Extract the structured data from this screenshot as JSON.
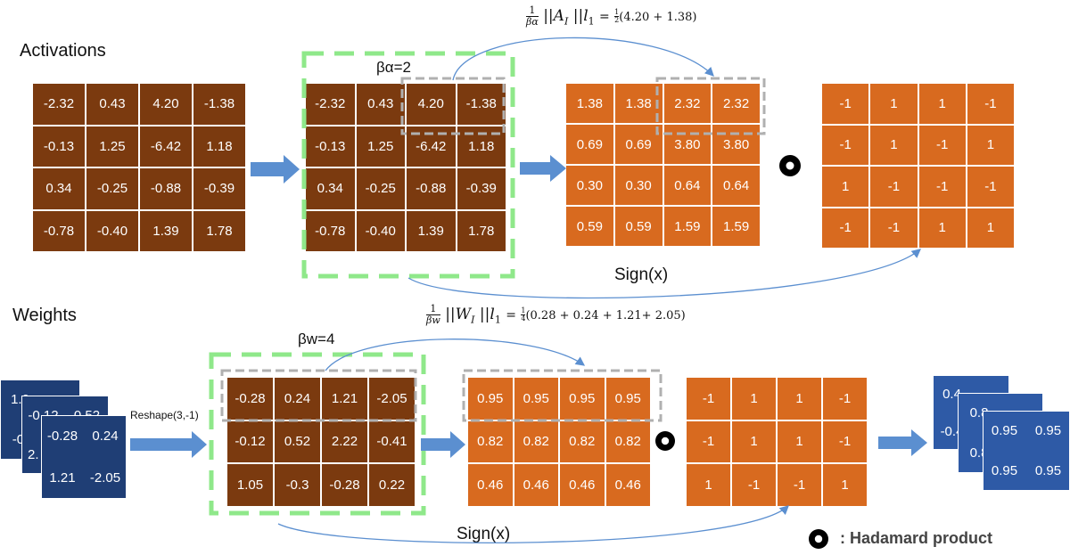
{
  "labels": {
    "activations": "Activations",
    "weights": "Weights",
    "beta_alpha": "βα=2",
    "beta_w": "βw=4",
    "sign_top": "Sign(x)",
    "sign_bottom": "Sign(x)",
    "reshape": "Reshape(3,-1)",
    "hadamard_legend": ": Hadamard product"
  },
  "formula_top": {
    "frac_num": "1",
    "frac_den": "βα",
    "norm_left": "||",
    "symbol": "A",
    "subscript": "I",
    "norm_right": "||",
    "l": "l",
    "l_sub": "1",
    "equals": "=",
    "small_num": "1",
    "small_den": "2",
    "expr": "(4.20 + 1.38)"
  },
  "formula_bottom": {
    "frac_num": "1",
    "frac_den": "βw",
    "norm_left": "||",
    "symbol": "W",
    "subscript": "I",
    "norm_right": "||",
    "l": "l",
    "l_sub": "1",
    "equals": "=",
    "small_num": "1",
    "small_den": "4",
    "expr": "(0.28 + 0.24 + 1.21+ 2.05)"
  },
  "matrices": {
    "act_input": [
      [
        "-2.32",
        "0.43",
        "4.20",
        "-1.38"
      ],
      [
        "-0.13",
        "1.25",
        "-6.42",
        "1.18"
      ],
      [
        "0.34",
        "-0.25",
        "-0.88",
        "-0.39"
      ],
      [
        "-0.78",
        "-0.40",
        "1.39",
        "1.78"
      ]
    ],
    "act_grouped": [
      [
        "-2.32",
        "0.43",
        "4.20",
        "-1.38"
      ],
      [
        "-0.13",
        "1.25",
        "-6.42",
        "1.18"
      ],
      [
        "0.34",
        "-0.25",
        "-0.88",
        "-0.39"
      ],
      [
        "-0.78",
        "-0.40",
        "1.39",
        "1.78"
      ]
    ],
    "act_scales": [
      [
        "1.38",
        "1.38",
        "2.32",
        "2.32"
      ],
      [
        "0.69",
        "0.69",
        "3.80",
        "3.80"
      ],
      [
        "0.30",
        "0.30",
        "0.64",
        "0.64"
      ],
      [
        "0.59",
        "0.59",
        "1.59",
        "1.59"
      ]
    ],
    "act_signs": [
      [
        "-1",
        "1",
        "1",
        "-1"
      ],
      [
        "-1",
        "1",
        "-1",
        "1"
      ],
      [
        "1",
        "-1",
        "-1",
        "-1"
      ],
      [
        "-1",
        "-1",
        "1",
        "1"
      ]
    ],
    "w_reshaped": [
      [
        "-0.28",
        "0.24",
        "1.21",
        "-2.05"
      ],
      [
        "-0.12",
        "0.52",
        "2.22",
        "-0.41"
      ],
      [
        "1.05",
        "-0.3",
        "-0.28",
        "0.22"
      ]
    ],
    "w_scales": [
      [
        "0.95",
        "0.95",
        "0.95",
        "0.95"
      ],
      [
        "0.82",
        "0.82",
        "0.82",
        "0.82"
      ],
      [
        "0.46",
        "0.46",
        "0.46",
        "0.46"
      ]
    ],
    "w_signs": [
      [
        "-1",
        "1",
        "1",
        "-1"
      ],
      [
        "-1",
        "1",
        "1",
        "-1"
      ],
      [
        "1",
        "-1",
        "-1",
        "1"
      ]
    ]
  },
  "weight_stack_input": {
    "back": [
      "1.0",
      "",
      "-0.",
      ""
    ],
    "middle": [
      "-0.12",
      "0.52",
      "2.",
      ""
    ],
    "front": [
      "-0.28",
      "0.24",
      "1.21",
      "-2.05"
    ]
  },
  "weight_stack_output": {
    "back": [
      "0.4",
      "",
      "-0.4",
      ""
    ],
    "middle": [
      "0.8",
      "",
      "0.8",
      ""
    ],
    "front": [
      "0.95",
      "0.95",
      "0.95",
      "0.95"
    ]
  },
  "colors": {
    "brown": "#7b3a0f",
    "orange": "#d86a1f",
    "navy": "#1f3e75",
    "blue": "#2e5aa6",
    "green_dash": "#8fe88a",
    "gray_dash": "#b0b0b0",
    "arrow": "#5b8fd0"
  }
}
